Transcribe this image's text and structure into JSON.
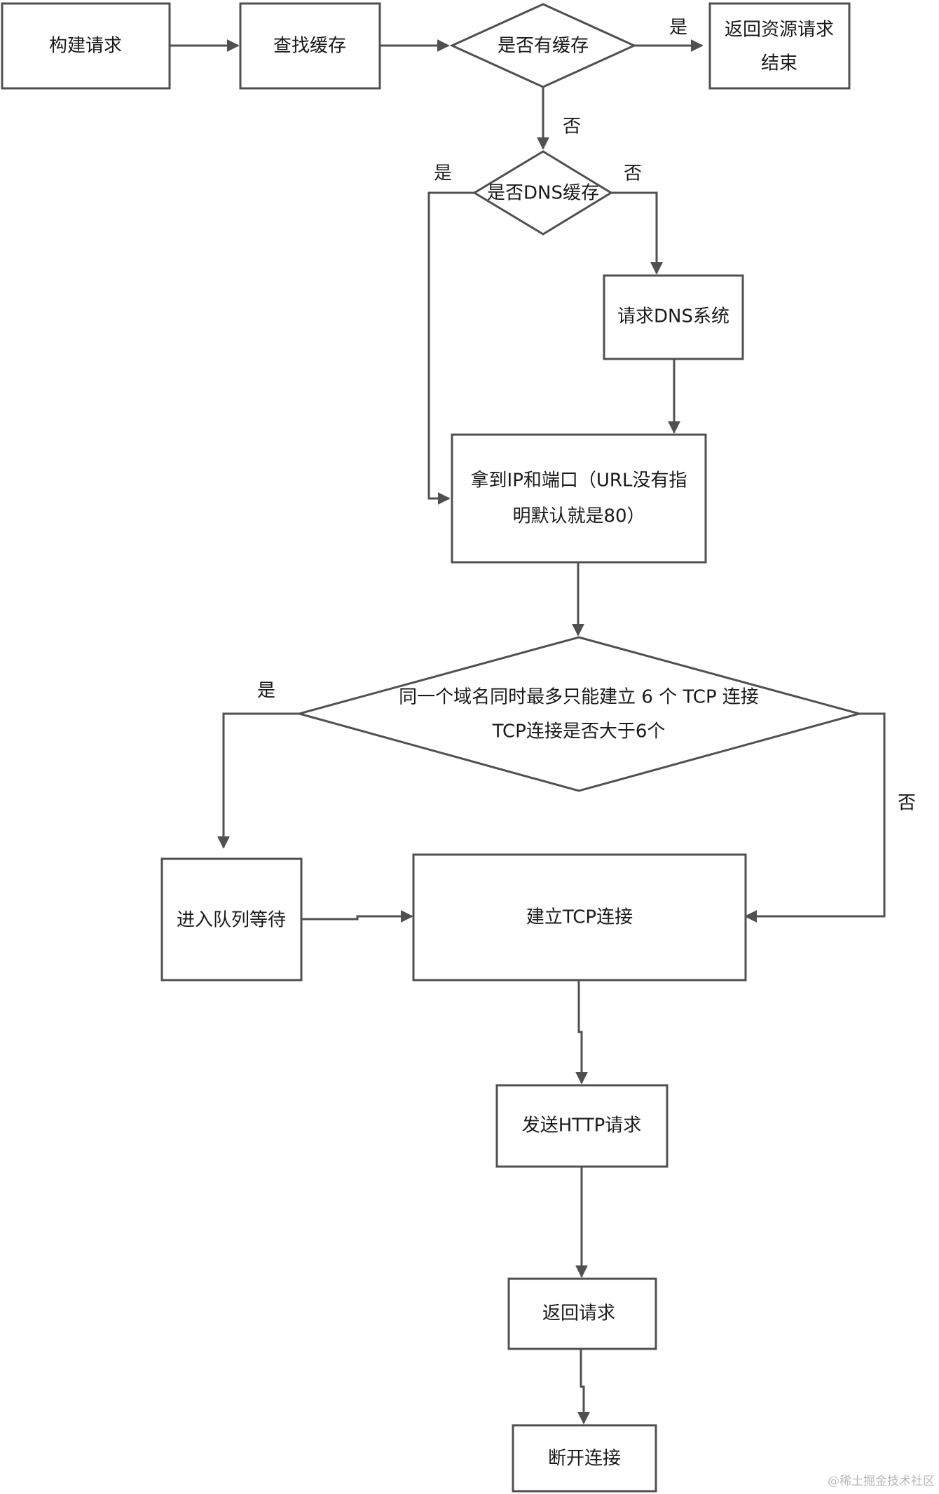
{
  "nodes": {
    "build_request": "构建请求",
    "find_cache": "查找缓存",
    "has_cache": "是否有缓存",
    "return_resource": [
      "返回资源请求",
      "结束"
    ],
    "has_dns_cache": "是否DNS缓存",
    "request_dns": "请求DNS系统",
    "get_ip_port": [
      "拿到IP和端口（URL没有指",
      "明默认就是80）"
    ],
    "tcp_limit": [
      "同一个域名同时最多只能建立 6 个 TCP 连接",
      "TCP连接是否大于6个"
    ],
    "queue_wait": "进入队列等待",
    "build_tcp": "建立TCP连接",
    "send_http": "发送HTTP请求",
    "return_request": "返回请求",
    "disconnect": "断开连接"
  },
  "edge_labels": {
    "cache_yes": "是",
    "cache_no": "否",
    "dns_yes": "是",
    "dns_no": "否",
    "tcp_yes": "是",
    "tcp_no": "否"
  },
  "watermark": "@稀土掘金技术社区",
  "colors": {
    "stroke": "#505050",
    "text": "#1a1a1a"
  }
}
